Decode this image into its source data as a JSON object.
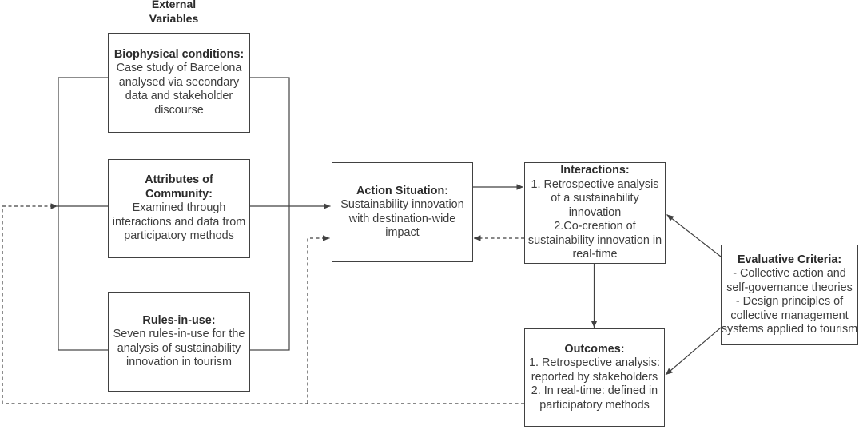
{
  "figure": {
    "colors": {
      "background": "#ffffff",
      "line": "#414141",
      "text": "#3d3d3d",
      "heading": "#2b2b2b"
    },
    "external_variables_label": {
      "line1": "External",
      "line2": "Variables"
    },
    "boxes": {
      "biophysical": {
        "heading": [
          "Biophysical conditions:"
        ],
        "body": [
          "Case study of Barcelona",
          "analysed via secondary",
          "data and stakeholder",
          "discourse"
        ]
      },
      "attributes": {
        "heading": [
          "Attributes of",
          "Community:"
        ],
        "body": [
          "Examined through",
          "interactions and data from",
          "participatory methods"
        ]
      },
      "rules": {
        "heading": [
          "Rules-in-use:"
        ],
        "body": [
          "Seven rules-in-use for the",
          "analysis of sustainability",
          "innovation in tourism"
        ]
      },
      "action": {
        "heading": [
          "Action Situation:"
        ],
        "body": [
          "Sustainability innovation",
          "with destination-wide",
          "impact"
        ]
      },
      "interactions": {
        "heading": [
          "Interactions:"
        ],
        "body": [
          "1. Retrospective analysis",
          "of a sustainability",
          "innovation",
          "2.Co-creation of",
          "sustainability innovation in",
          "real-time"
        ]
      },
      "outcomes": {
        "heading": [
          "Outcomes:"
        ],
        "body": [
          "1. Retrospective analysis:",
          "reported by stakeholders",
          "2. In real-time: defined in",
          "participatory methods"
        ]
      },
      "evaluative": {
        "heading": [
          "Evaluative Criteria:"
        ],
        "body": [
          "- Collective action and",
          "self-governance theories",
          "- Design principles of",
          "collective management",
          "systems applied to tourism"
        ]
      }
    }
  }
}
